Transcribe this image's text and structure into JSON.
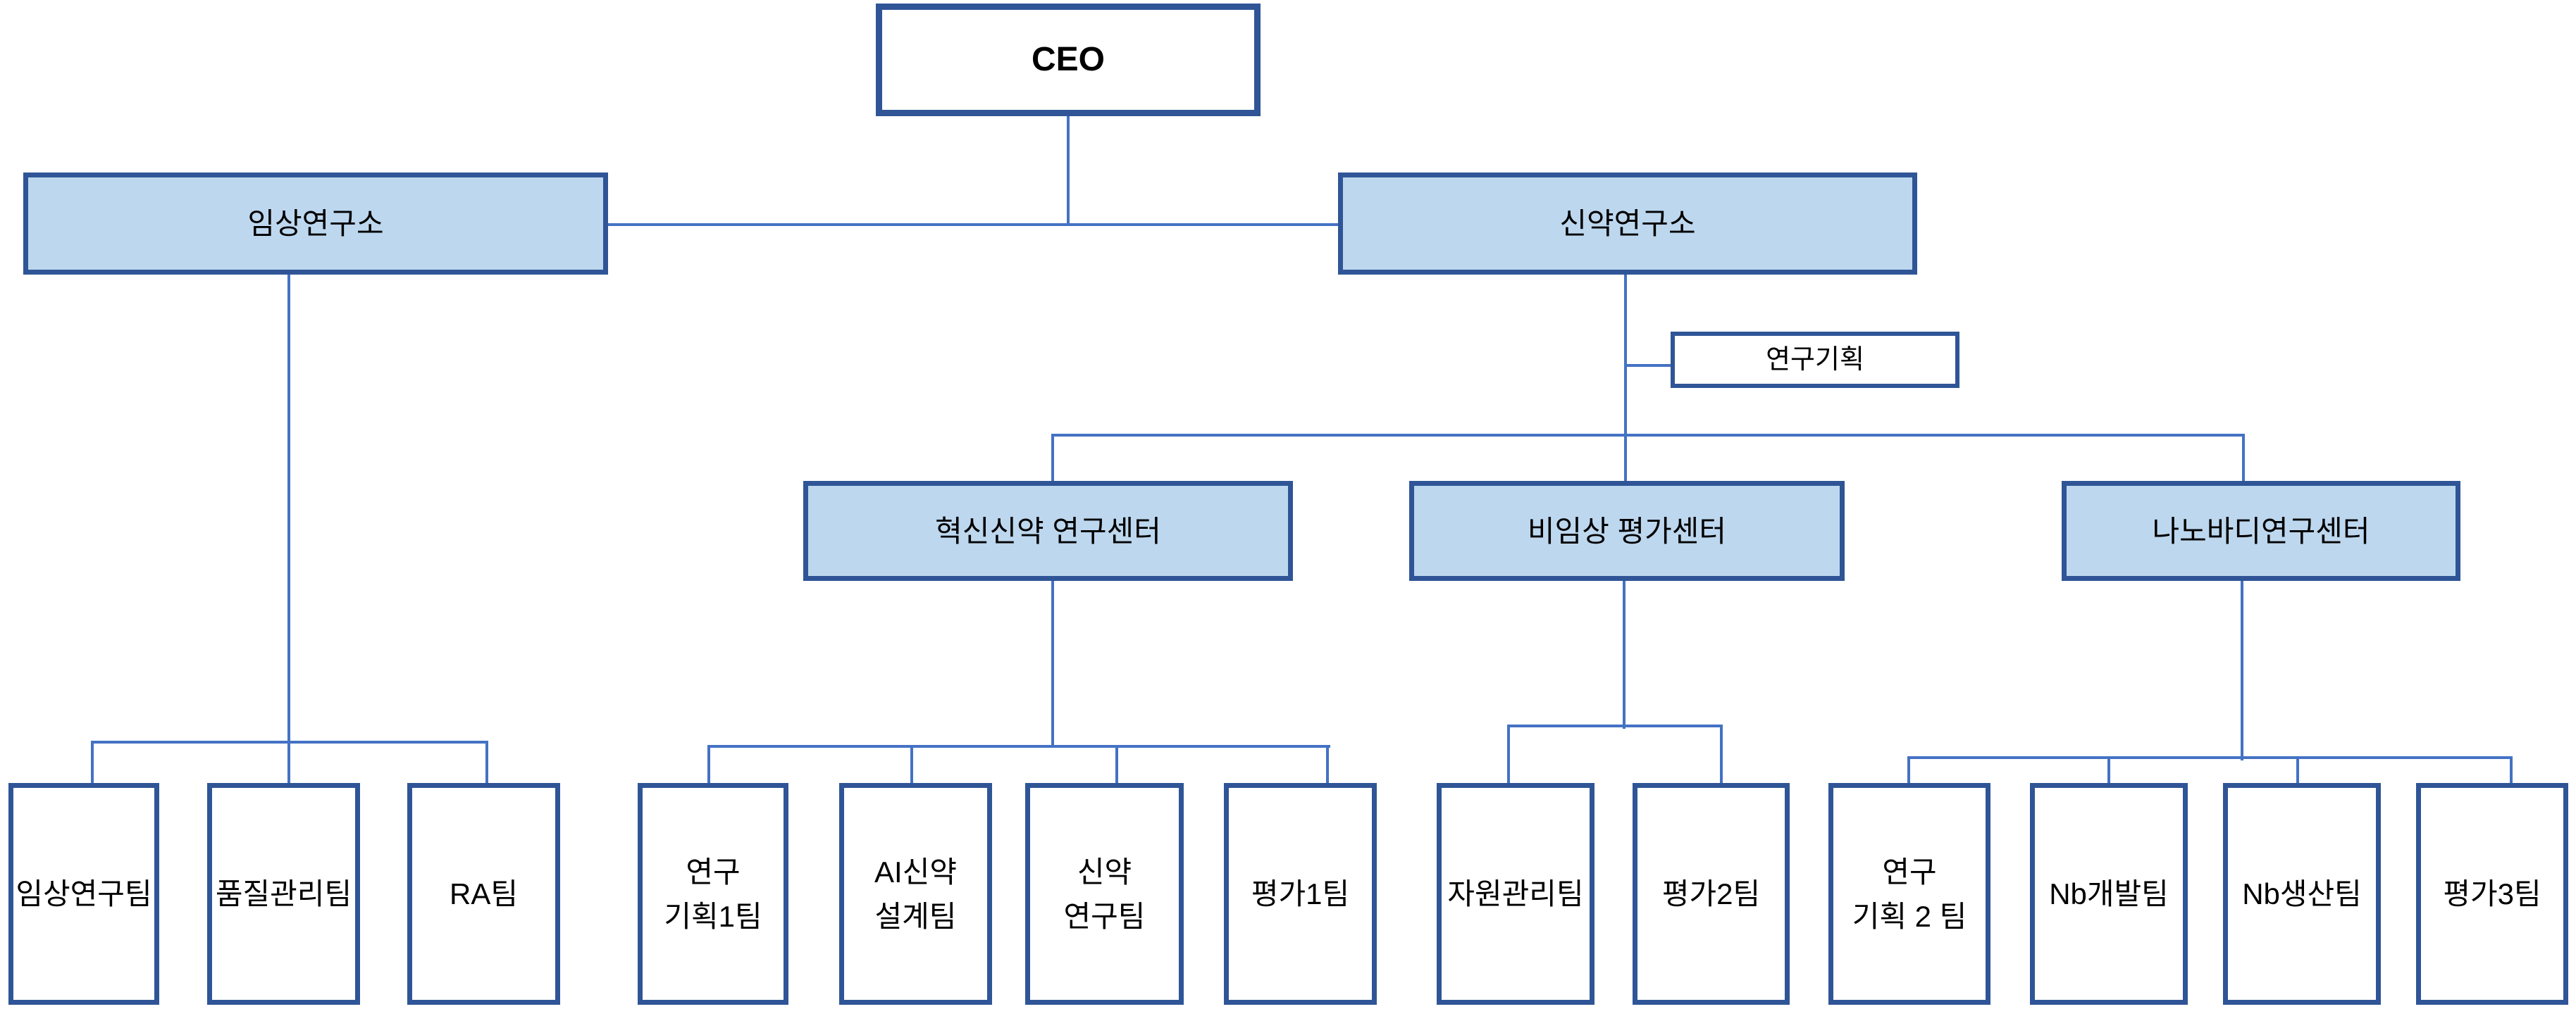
{
  "title": "Organization Chart",
  "colors": {
    "box_border": "#2F5597",
    "fill_blue": "#BDD7EE",
    "fill_white": "#FFFFFF",
    "connector": "#4472C4",
    "text": "#000000"
  },
  "nodes": {
    "ceo": {
      "label": "CEO"
    },
    "clinical_institute": {
      "label": "임상연구소"
    },
    "drug_institute": {
      "label": "신약연구소"
    },
    "research_planning": {
      "label": "연구기획"
    },
    "innovative_center": {
      "label": "혁신신약 연구센터"
    },
    "nonclinical_center": {
      "label": "비임상 평가센터"
    },
    "nanobody_center": {
      "label": "나노바디연구센터"
    },
    "team_clinical": {
      "label": "임상연구팀"
    },
    "team_quality": {
      "label": "품질관리팀"
    },
    "team_ra": {
      "label": "RA팀"
    },
    "team_planning1": {
      "label": "연구\n기획1팀"
    },
    "team_ai_design": {
      "label": "AI신약\n설계팀"
    },
    "team_drug_research": {
      "label": "신약\n연구팀"
    },
    "team_eval1": {
      "label": "평가1팀"
    },
    "team_resource": {
      "label": "자원관리팀"
    },
    "team_eval2": {
      "label": "평가2팀"
    },
    "team_planning2": {
      "label": "연구\n기획 2 팀"
    },
    "team_nb_dev": {
      "label": "Nb개발팀"
    },
    "team_nb_prod": {
      "label": "Nb생산팀"
    },
    "team_eval3": {
      "label": "평가3팀"
    }
  },
  "org_tree": {
    "label": "CEO",
    "children": [
      {
        "label": "임상연구소",
        "children": [
          {
            "label": "임상연구팀"
          },
          {
            "label": "품질관리팀"
          },
          {
            "label": "RA팀"
          }
        ]
      },
      {
        "label": "신약연구소",
        "staff": [
          {
            "label": "연구기획"
          }
        ],
        "children": [
          {
            "label": "혁신신약 연구센터",
            "children": [
              {
                "label": "연구 기획1팀"
              },
              {
                "label": "AI신약 설계팀"
              },
              {
                "label": "신약 연구팀"
              },
              {
                "label": "평가1팀"
              }
            ]
          },
          {
            "label": "비임상 평가센터",
            "children": [
              {
                "label": "자원관리팀"
              },
              {
                "label": "평가2팀"
              }
            ]
          },
          {
            "label": "나노바디연구센터",
            "children": [
              {
                "label": "연구 기획 2 팀"
              },
              {
                "label": "Nb개발팀"
              },
              {
                "label": "Nb생산팀"
              },
              {
                "label": "평가3팀"
              }
            ]
          }
        ]
      }
    ]
  }
}
